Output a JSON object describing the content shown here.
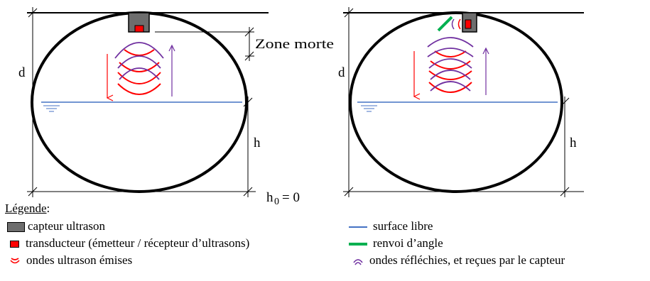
{
  "labels": {
    "d": "d",
    "h": "h",
    "zone_morte": "Zone morte",
    "h0": "h",
    "h0_sub": "0",
    "h0_value": "= 0"
  },
  "legend": {
    "title": "Légende",
    "title_suffix": ":",
    "items": [
      {
        "label": "capteur ultrason",
        "icon": "gray-sensor-box"
      },
      {
        "label": "transducteur (émetteur / récepteur d’ultrasons)",
        "icon": "red-square"
      },
      {
        "label": "ondes ultrason émises",
        "icon": "red-arc"
      },
      {
        "label": "surface libre",
        "icon": "blue-line"
      },
      {
        "label": "renvoi d’angle",
        "icon": "green-bar"
      },
      {
        "label": "ondes réfléchies, et reçues par le capteur",
        "icon": "purple-arc"
      }
    ]
  },
  "colors": {
    "sensor": "#6d6d6d",
    "transducer": "#ff0000",
    "emitted_wave": "#ff0000",
    "reflected_wave": "#7030a0",
    "water": "#4472c4",
    "angle": "#00b050"
  }
}
